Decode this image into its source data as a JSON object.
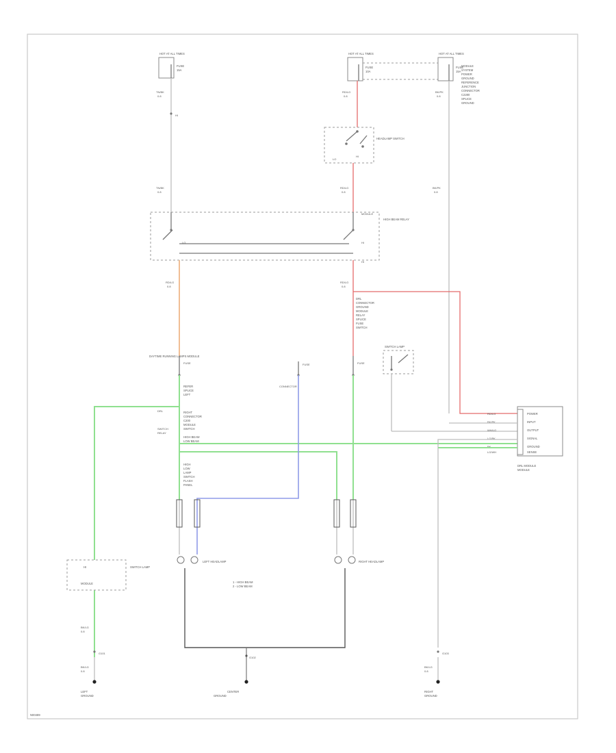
{
  "page": {
    "corner_label": "N00489"
  },
  "fuses": {
    "left": {
      "title": "HOT AT ALL TIMES",
      "fuse": "FUSE",
      "amps": "15A"
    },
    "center": {
      "title": "HOT AT ALL TIMES",
      "fuse": "FUSE",
      "amps": "10A"
    },
    "right": {
      "title": "HOT AT ALL TIMES",
      "fuse": "FUSE",
      "amps": "15A"
    }
  },
  "wires": {
    "left_top": {
      "color": "TN/BK",
      "size": "0.8"
    },
    "left_mid": {
      "color": "TN/BK",
      "size": "0.8"
    },
    "center_top": {
      "color": "RD/LG",
      "size": "0.8"
    },
    "center_mid": {
      "color": "RD/LG",
      "size": "0.8"
    },
    "center_low": {
      "color": "RD/LG",
      "size": "0.8"
    },
    "right_top": {
      "color": "BK/PK",
      "size": "0.8"
    },
    "right_mid": {
      "color": "BK/PK",
      "size": "0.8"
    },
    "left_switch_out": {
      "color": "RD/LG",
      "size": "0.8"
    },
    "ground_left": {
      "color": "BK/LG",
      "size": "0.8"
    },
    "ground_left_lower": {
      "color": "BK/LG",
      "size": "0.8"
    },
    "ground_right": {
      "color": "BK/LG",
      "size": "0.8"
    }
  },
  "components": {
    "headlamp_switch": "HEADLAMP SWITCH",
    "high_beam_relay": "HIGH BEAM RELAY",
    "left_headlamp": "LEFT HEADLAMP",
    "right_headlamp": "RIGHT HEADLAMP",
    "daytime_running": "DAYTIME RUNNING LAMPS MODULE",
    "switch_lamp": "SWITCH LAMP",
    "module_block": "DRL MODULE",
    "module_block_label": "MODULE",
    "hl1": "HI",
    "hl2": "LO",
    "beams_note1": "1 - HIGH BEAM",
    "beams_note2": "2 - LOW BEAM"
  },
  "notes": {
    "right_fuse_notes": [
      "MODULE",
      "SYSTEM",
      "POWER",
      "GROUND",
      "REFERENCE",
      "JUNCTION",
      "CONNECTOR",
      "C2280",
      "SPLICE",
      "GROUND"
    ],
    "mid_notes": [
      "DRL",
      "CONNECTOR",
      "GROUND",
      "MODULE",
      "RELAY",
      "SPLICE",
      "FUSE",
      "SWITCH"
    ],
    "left_notes": [
      "REFER",
      "SPLICE",
      "LEFT",
      "RIGHT",
      "CONNECTOR",
      "C200",
      "MODULE",
      "SWITCH",
      "HIGH BEAM",
      "LOW BEAM"
    ],
    "left_notes_2": [
      "DRL",
      "SWITCH",
      "RELAY",
      "CONNECTOR"
    ],
    "left_notes_3": [
      "HIGH",
      "LOW",
      "LAMP",
      "SWITCH",
      "FLASH",
      "PANEL"
    ]
  },
  "module_pins": [
    {
      "name": "POWER",
      "wire": "RD/LG"
    },
    {
      "name": "INPUT",
      "wire": "BK/PK"
    },
    {
      "name": "OUTPUT",
      "wire": "WH/LG"
    },
    {
      "name": "SIGNAL",
      "wire": "LG/BK"
    },
    {
      "name": "GROUND",
      "wire": "BK"
    },
    {
      "name": "SENSE",
      "wire": "LG/WH"
    }
  ],
  "grounds": {
    "left": {
      "id": "G101",
      "line1": "LEFT",
      "line2": "GROUND"
    },
    "center": {
      "id": "G102",
      "line1": "CENTER",
      "line2": "GROUND"
    },
    "right": {
      "id": "G103",
      "line1": "RIGHT",
      "line2": "GROUND"
    }
  }
}
